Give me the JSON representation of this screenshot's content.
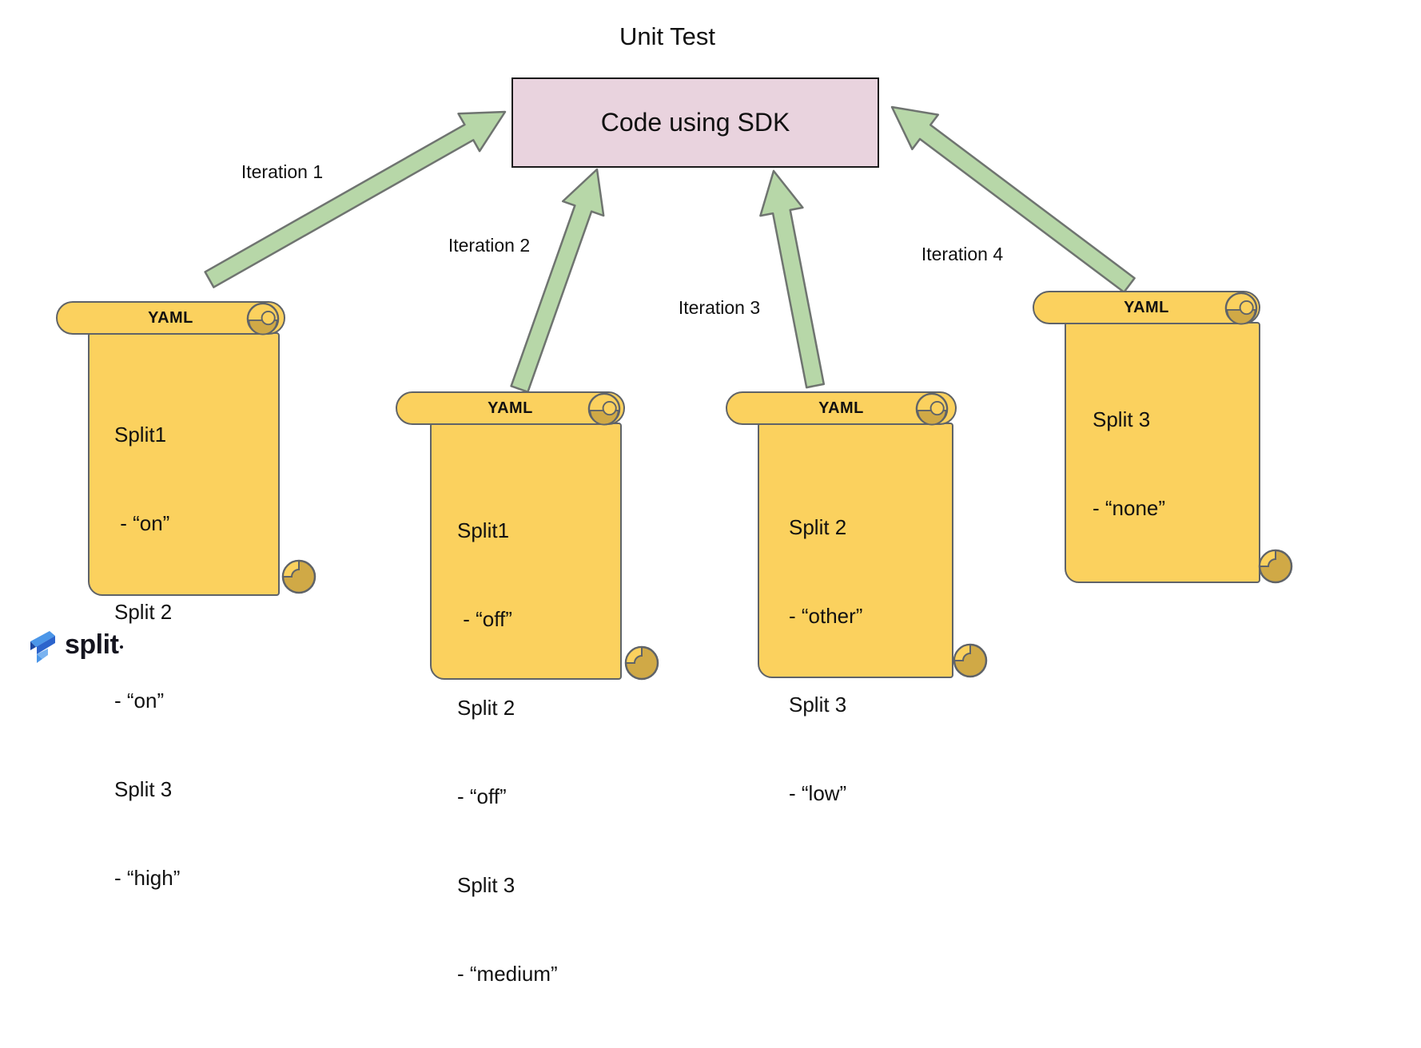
{
  "title": "Unit Test",
  "box": {
    "label": "Code using SDK"
  },
  "iterations": [
    {
      "label": "Iteration 1"
    },
    {
      "label": "Iteration 2"
    },
    {
      "label": "Iteration 3"
    },
    {
      "label": "Iteration 4"
    }
  ],
  "scrolls": [
    {
      "header": "YAML",
      "lines": [
        "Split1",
        " - “on”",
        "Split 2",
        "- “on”",
        "Split 3",
        "- “high”"
      ]
    },
    {
      "header": "YAML",
      "lines": [
        "Split1",
        " - “off”",
        "Split 2",
        "- “off”",
        "Split 3",
        "- “medium”"
      ]
    },
    {
      "header": "YAML",
      "lines": [
        "Split 2",
        "- “other”",
        "Split 3",
        "- “low”"
      ]
    },
    {
      "header": "YAML",
      "lines": [
        "Split 3",
        "- “none”"
      ]
    }
  ],
  "logo": {
    "wordmark": "split"
  },
  "colors": {
    "scroll_fill": "#fbd15e",
    "scroll_roll_shadow": "#d0a946",
    "scroll_border": "#5f6368",
    "arrow_fill": "#b7d7a8",
    "arrow_border": "#6f7470",
    "box_fill": "#e9d3de",
    "box_border": "#1a1a1a",
    "logo_blue": "#4b96e8"
  }
}
